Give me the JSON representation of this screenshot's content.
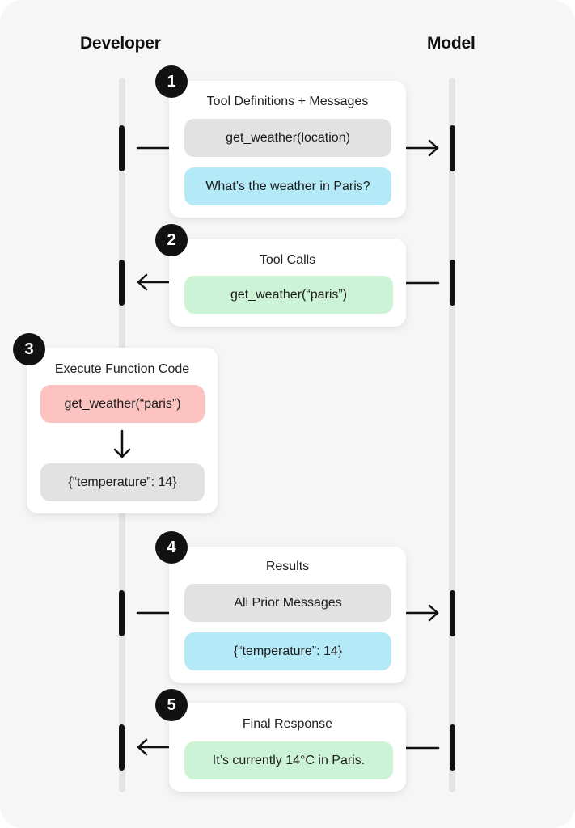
{
  "columns": {
    "developer": "Developer",
    "model": "Model"
  },
  "steps": [
    {
      "number": "1",
      "title": "Tool Definitions + Messages",
      "items": [
        "get_weather(location)",
        "What’s the weather in Paris?"
      ]
    },
    {
      "number": "2",
      "title": "Tool Calls",
      "items": [
        "get_weather(“paris”)"
      ]
    },
    {
      "number": "3",
      "title": "Execute Function Code",
      "items": [
        "get_weather(“paris”)",
        "{“temperature”: 14}"
      ]
    },
    {
      "number": "4",
      "title": "Results",
      "items": [
        "All Prior Messages",
        "{“temperature”: 14}"
      ]
    },
    {
      "number": "5",
      "title": "Final Response",
      "items": [
        "It’s currently 14°C in Paris."
      ]
    }
  ],
  "colors": {
    "gray": "#e2e2e2",
    "blue": "#b4e9f8",
    "green": "#cdf3d6",
    "red": "#fdc3c1",
    "badge": "#111111"
  }
}
